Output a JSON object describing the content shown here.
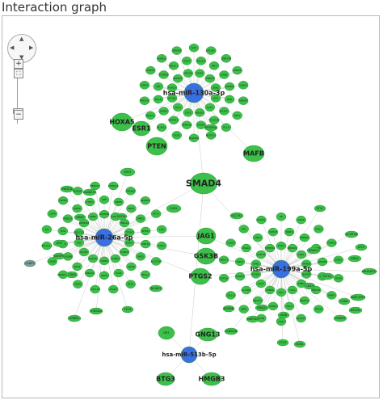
{
  "panel": {
    "title": "Interaction graph"
  },
  "controls": {
    "up_label": "▲",
    "down_label": "▼",
    "left_label": "◀",
    "right_label": "▶",
    "fit_label": "⛶",
    "zoom_in_label": "+",
    "zoom_out_label": "−"
  },
  "colors": {
    "hub": "#3a6fe0",
    "node": "#3cc04a",
    "node_border": "#2a9a35",
    "grey_node": "#8899aa",
    "edge": "#c9c9c9"
  },
  "hubs": [
    {
      "id": "hsa-miR-130a-3p",
      "label": "hsa-miR-130a-3p"
    },
    {
      "id": "hsa-miR-26a-5p",
      "label": "hsa-miR-26a-5p"
    },
    {
      "id": "hsa-miR-199a-5p",
      "label": "hsa-miR-199a-5p"
    },
    {
      "id": "hsa-miR-513b-5p",
      "label": "hsa-miR-513b-5p"
    }
  ],
  "genes": [
    {
      "label": "HOXA5"
    },
    {
      "label": "ESR1"
    },
    {
      "label": "PTEN"
    },
    {
      "label": "MAFB"
    },
    {
      "label": "SMAD4"
    },
    {
      "label": "JAG1"
    },
    {
      "label": "GSK3B"
    },
    {
      "label": "PTGS2"
    },
    {
      "label": "DR1"
    },
    {
      "label": "GNG13"
    },
    {
      "label": "BTG3"
    },
    {
      "label": "HMGB3"
    },
    {
      "label": "E2F2"
    },
    {
      "label": "CHD1"
    },
    {
      "label": "PDGFRA"
    },
    {
      "label": "PIK3CD"
    },
    {
      "label": "ADAM17"
    },
    {
      "label": "CDK6"
    },
    {
      "label": "ATM"
    },
    {
      "label": "NRAS"
    },
    {
      "label": "MYCN"
    },
    {
      "label": "LARP1"
    },
    {
      "label": "DUSP5"
    },
    {
      "label": "ST8SIA4"
    },
    {
      "label": "NCAM1"
    },
    {
      "label": "TET2"
    },
    {
      "label": "KRAS"
    },
    {
      "label": "ACVR1B"
    },
    {
      "label": "ATF2"
    },
    {
      "label": "CD44"
    },
    {
      "label": "DRAM1"
    },
    {
      "label": "FZD6"
    },
    {
      "label": "ETS1"
    },
    {
      "label": "SMAD2"
    },
    {
      "label": "JUNB"
    },
    {
      "label": "KDM6B"
    },
    {
      "label": "MAP4K3"
    },
    {
      "label": "SLC7A1"
    },
    {
      "label": "CDKN1B"
    },
    {
      "label": "ARHGAP12"
    },
    {
      "label": "PSMD9"
    },
    {
      "label": "BECN1"
    },
    {
      "label": "EDN1"
    },
    {
      "label": "RAB11FIP1"
    },
    {
      "label": "ERBB3"
    },
    {
      "label": "CTGF"
    },
    {
      "label": "HIF1A"
    }
  ],
  "minor": {
    "top": [
      "FOXO3",
      "RUNX1",
      "ATG2B",
      "SOX4",
      "TNRC6",
      "ZEB1",
      "IGF1",
      "ELK1",
      "MEOX2",
      "CSF1",
      "TAC1",
      "ATXN1",
      "SRF",
      "TGFBR2",
      "NR3C1",
      "KLF4",
      "ROCK1",
      "MET",
      "GAB1",
      "ESRRG",
      "IRS1",
      "DICER1",
      "TSC22D2",
      "FOXP1",
      "SEMA3B",
      "MAP3K12",
      "ZFPM2",
      "BCL6",
      "TRPS1",
      "RAB23",
      "HAND1",
      "SMAD5",
      "GJA1",
      "ATG16L1",
      "ZNF548",
      "USP22",
      "CHEK1",
      "RBM24",
      "HEY1",
      "DLL4",
      "NOTCH2",
      "MAP3K8",
      "FZD3",
      "ELAVL1",
      "NR2C2",
      "PRKAA1"
    ],
    "left": [
      "RB1CC1",
      "PRDM16",
      "ZEB2",
      "IGF2BP2",
      "RUNX2",
      "HMGA1",
      "CTDSP2",
      "EZH2",
      "CCND2",
      "CCNE1",
      "CPEB3",
      "USP15",
      "PLOD2",
      "HGF",
      "TDG",
      "PRKCD",
      "NOS2",
      "CTGF1",
      "APP",
      "NEK6",
      "PKP3",
      "PMR1",
      "MTDH",
      "WNT5A",
      "RBP2",
      "DR1B",
      "ULK2",
      "CDC6",
      "SMAD1",
      "BAK1",
      "LIN28B",
      "HIPK2",
      "IL6",
      "CHFR",
      "TGFB1",
      "MAP3K2",
      "FBXO11",
      "PITPNC1",
      "SERBP1",
      "ARL6IP1",
      "RFX1",
      "LOX",
      "KIF11",
      "ALS2CR4",
      "MCL1",
      "PAK2",
      "ITGA5",
      "COL1A2",
      "RNF6",
      "SMARCA2",
      "DEDD",
      "BCL2L11"
    ],
    "right": [
      "UPK1",
      "GPR78",
      "TMEM54",
      "ETS2",
      "MBOAT2",
      "LRP1",
      "NFKB1",
      "NXPH3",
      "WEE1",
      "TSC1",
      "HK1",
      "IKBKB",
      "CAV1",
      "KCNE3",
      "ERS2",
      "PIAS2",
      "SIRT1",
      "CDH13",
      "DDR1",
      "TMEM14",
      "GPNMB",
      "ARID5B",
      "HES1",
      "MECP2",
      "ANGPT2",
      "CSL2",
      "VEGFA",
      "DDX17",
      "IL17RA",
      "PPARG",
      "ABCC1",
      "CCNA2",
      "SP1",
      "PODXL",
      "LIF",
      "SOX9",
      "ZHX1",
      "CTHRC1",
      "EDN2",
      "DR1R",
      "SFRP1",
      "MTOR",
      "SLC2A1",
      "CCR7",
      "RTTN",
      "SPP1",
      "CXCL12",
      "ZFP36"
    ]
  }
}
